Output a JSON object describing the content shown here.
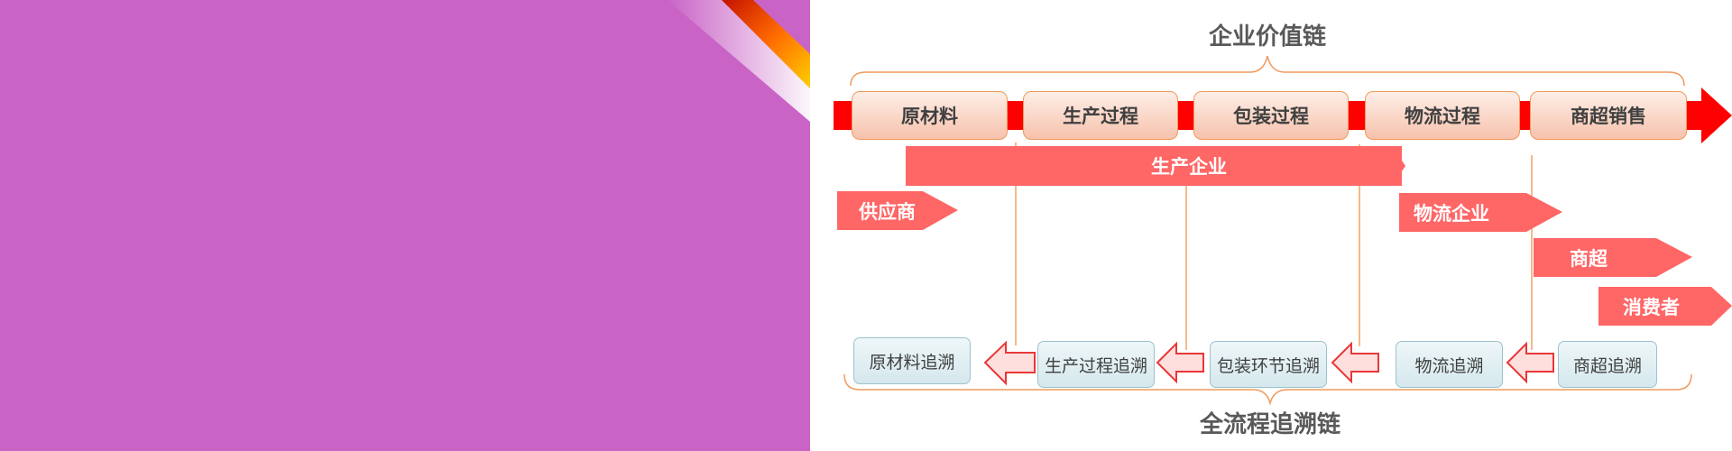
{
  "top_title": "企业价值链",
  "bottom_title": "全流程追溯链",
  "stages": [
    "原材料",
    "生产过程",
    "包装过程",
    "物流过程",
    "商超销售"
  ],
  "roles": {
    "manufacturer": "生产企业",
    "supplier": "供应商",
    "logistics": "物流企业",
    "supermarket": "商超",
    "consumer": "消费者"
  },
  "traces": [
    "原材料追溯",
    "生产过程追溯",
    "包装环节追溯",
    "物流追溯",
    "商超追溯"
  ],
  "colors": {
    "slide_background": "#c964c6",
    "main_arrow": "#ff0000",
    "role_fill": "#ff6666",
    "stage_border": "#f19a5c",
    "trace_arrow_border": "#e83838",
    "title_text": "#595959"
  }
}
